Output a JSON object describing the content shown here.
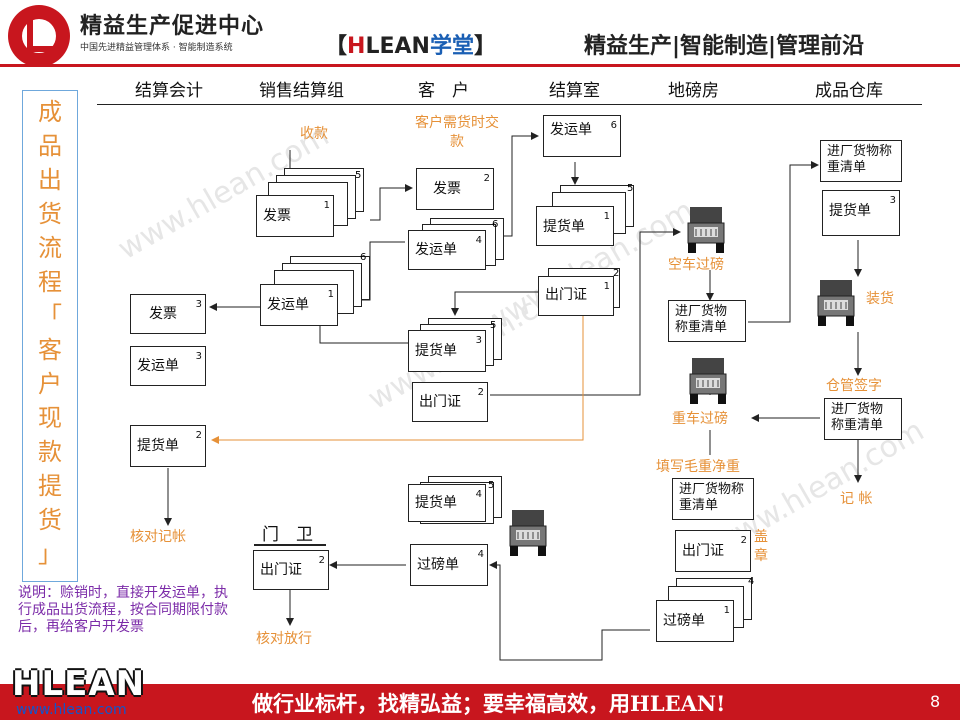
{
  "header": {
    "org_name": "精益生产促进中心",
    "org_sub": "中国先进精益管理体系 · 智能制造系统",
    "brand_open": "【",
    "brand_h": "H",
    "brand_lean": "LEAN",
    "brand_xt": "学堂",
    "brand_close": "】",
    "slogan": "精益生产|智能制造|管理前沿"
  },
  "columns": [
    "结算会计",
    "销售结算组",
    "客　户",
    "结算室",
    "地磅房",
    "成品仓库"
  ],
  "side_title": [
    "成",
    "品",
    "出",
    "货",
    "流",
    "程",
    "「",
    "客",
    "户",
    "现",
    "款",
    "提",
    "货",
    "」"
  ],
  "watermarks": [
    "www.hlean.com",
    "www.hlean.com",
    "www.hlean.com",
    "www.hlean.com"
  ],
  "docs": {
    "fapiao_a": {
      "label": "发票",
      "num": "1",
      "back_num": "5"
    },
    "fayun_a": {
      "label": "发运单",
      "num": "1",
      "back_num": "6"
    },
    "fapiao_acct": {
      "label": "发票",
      "num": "3"
    },
    "fayun_acct": {
      "label": "发运单",
      "num": "3"
    },
    "tihuo_acct": {
      "label": "提货单",
      "num": "2"
    },
    "fapiao_cust": {
      "label": "发票",
      "num": "2"
    },
    "fayun_cust": {
      "label": "发运单",
      "num": "4",
      "back_num": "6"
    },
    "tihuo_cust": {
      "label": "提货单",
      "num": "3",
      "back_num": "5"
    },
    "chumen_cust": {
      "label": "出门证",
      "num": "2"
    },
    "tihuo_cust2": {
      "label": "提货单",
      "num": "4",
      "back_num": "5"
    },
    "guobang_cust": {
      "label": "过磅单",
      "num": "4"
    },
    "fayun_room": {
      "label": "发运单",
      "num": "6"
    },
    "tihuo_room": {
      "label": "提货单",
      "num": "1",
      "back_num": "5"
    },
    "chumen_room": {
      "label": "出门证",
      "num": "1",
      "back_num": "2"
    },
    "jinchang_scale": {
      "label": "进厂货物称重清单"
    },
    "jinchang_scale2": {
      "label": "进厂货物称重清单"
    },
    "chumen_scale": {
      "label": "出门证",
      "num": "2"
    },
    "guobang_scale": {
      "label": "过磅单",
      "num": "1",
      "back_num": "4"
    },
    "jinchang_wh": {
      "label": "进厂货物称重清单"
    },
    "tihuo_wh": {
      "label": "提货单",
      "num": "3"
    },
    "jinchang_wh2": {
      "label": "进厂货物称重清单"
    },
    "chumen_gate": {
      "label": "出门证",
      "num": "2"
    }
  },
  "annotations": {
    "shoukuan": "收款",
    "kehu_xuhuo": "客户需货时交款",
    "kongche": "空车过磅",
    "zhuanghuo": "装货",
    "cangguan": "仓管签字",
    "zhongche": "重车过磅",
    "tianxie": "填写毛重净重",
    "gaizhang": "盖章",
    "jizhang": "记 帐",
    "hedui_jizhang": "核对记帐",
    "hedui_fangxing": "核对放行"
  },
  "gate_label": "门　卫",
  "note": "说明：赊销时，直接开发运单，执行成品出货流程，按合同期限付款后，再给客户开发票",
  "footer": {
    "logo": "HLEAN",
    "url": "www.hlean.com",
    "motto": "做行业标杆，找精弘益；要幸福高效，用HLEAN!",
    "page": "8"
  },
  "colors": {
    "brand_red": "#c8161e",
    "annotation_orange": "#e69138",
    "note_purple": "#7b2ba8",
    "side_border": "#6fa8dc"
  }
}
